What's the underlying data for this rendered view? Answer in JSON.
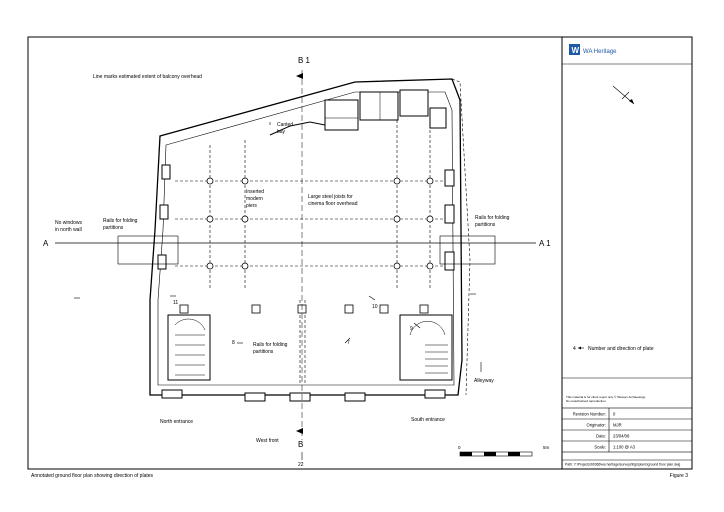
{
  "logo": {
    "text": "WA Heritage",
    "color": "#1f5aa6"
  },
  "plan": {
    "labels": {
      "b1_top": "B 1",
      "balcony": "Line marks estimated extent of balcony overhead",
      "canted_bay": [
        "Canted",
        "bay"
      ],
      "inserted_piers": [
        "Inserted",
        "modern",
        "piers"
      ],
      "steel_joists": [
        "Large steel joists for",
        "cinema floor overhead"
      ],
      "no_windows": [
        "No windows",
        "in north wall"
      ],
      "rails_left": [
        "Rails for folding",
        "partitions"
      ],
      "rails_right": [
        "Rails for folding",
        "partitions"
      ],
      "rails_centre": [
        "Rails for folding",
        "partitions"
      ],
      "a_left": "A",
      "a_right": "A 1",
      "north_entrance": "North entrance",
      "south_entrance": "South entrance",
      "west_front": "West front",
      "b_bottom": "B",
      "alleyway": "Alleyway",
      "plate_22": "22"
    },
    "plates": [
      "11",
      "10",
      "8",
      "7",
      "9"
    ],
    "scale_labels": [
      "0",
      "5m"
    ]
  },
  "legend": {
    "plate_key": "Number and direction of plate"
  },
  "disclaimer": [
    "This material is for client report only © Wessex Archaeology.",
    "No unauthorised reproduction."
  ],
  "revision_table": [
    {
      "label": "Revision Number:",
      "value": "0"
    },
    {
      "label": "Originator:",
      "value": "MJR"
    },
    {
      "label": "Date:",
      "value": "23/04/08"
    },
    {
      "label": "Scale:",
      "value": "1:100 @ A3"
    }
  ],
  "path": "Path: Y:\\Projects\\69366\\wa heritage\\surveys\\figs\\plans\\ground floor plan.dwg",
  "caption": "Annotated ground floor plan showing direction of plates",
  "figure": "Figure 3"
}
